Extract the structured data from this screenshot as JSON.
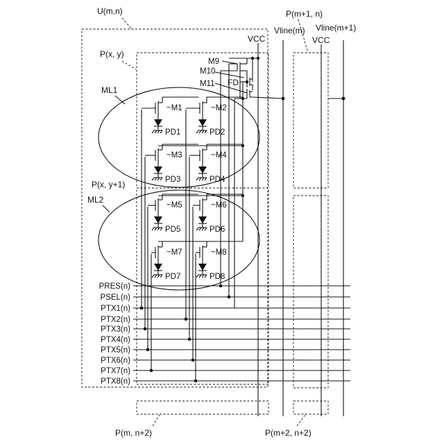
{
  "labels": {
    "unit": "U(m,n)",
    "pixel_top": "P(x, y)",
    "pixel_bottom": "P(x, y+1)",
    "ml1": "ML1",
    "ml2": "ML2",
    "neighbor_right": "P(m+1, n)",
    "neighbor_bottom_left": "P(m, n+2)",
    "neighbor_bottom_right": "P(m+2, n+2)",
    "vcc_left": "VCC",
    "vcc_right": "VCC",
    "vline_m": "Vline(m)",
    "vline_m1": "Vline(m+1)",
    "fd": "FD"
  },
  "transistors": [
    "M1",
    "M2",
    "M3",
    "M4",
    "M5",
    "M6",
    "M7",
    "M8",
    "M9",
    "M10",
    "M11"
  ],
  "photodiodes": [
    "PD1",
    "PD2",
    "PD3",
    "PD4",
    "PD5",
    "PD6",
    "PD7",
    "PD8"
  ],
  "signals": [
    "PRES(n)",
    "PSEL(n)",
    "PTX1(n)",
    "PTX2(n)",
    "PTX3(n)",
    "PTX4(n)",
    "PTX5(n)",
    "PTX6(n)",
    "PTX7(n)",
    "PTX8(n)"
  ]
}
